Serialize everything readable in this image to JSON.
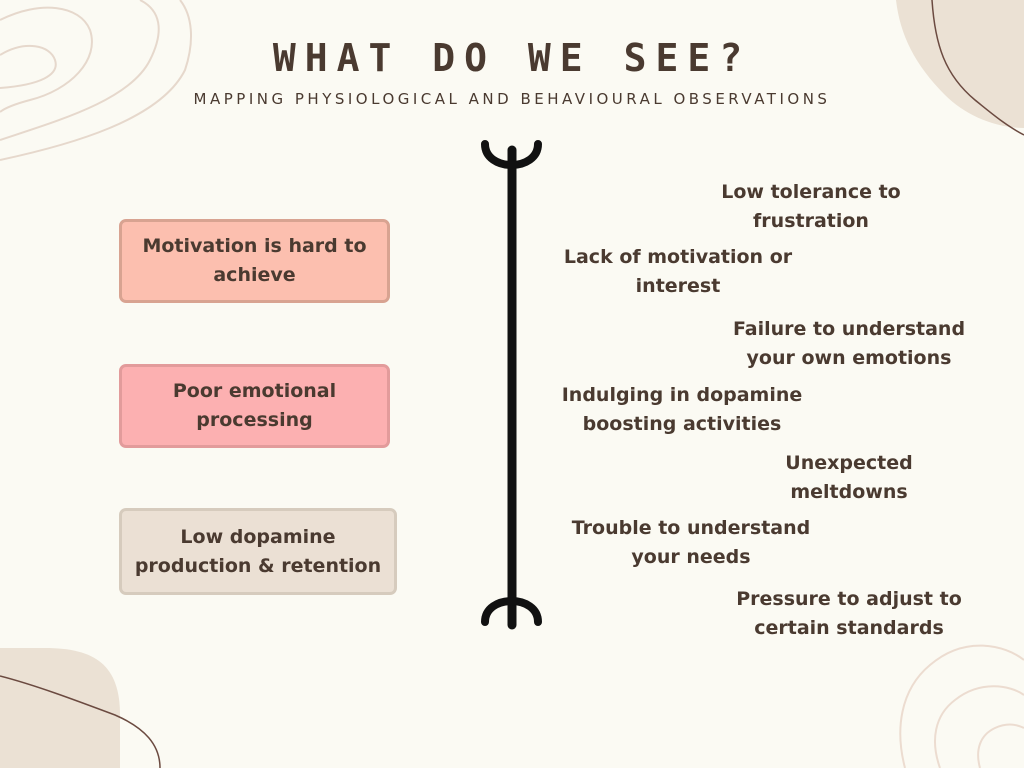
{
  "title": "WHAT DO WE SEE?",
  "subtitle": "MAPPING PHYSIOLOGICAL AND BEHAVIOURAL OBSERVATIONS",
  "causes": [
    {
      "text": "Motivation is hard to achieve",
      "color": "#fcbfaf"
    },
    {
      "text": "Poor emotional processing",
      "color": "#fcb0b1"
    },
    {
      "text": "Low dopamine production & retention",
      "color": "#ebe0d4"
    }
  ],
  "observations": [
    {
      "text": "Low tolerance to\nfrustration"
    },
    {
      "text": "Lack of motivation or\ninterest"
    },
    {
      "text": "Failure to understand\nyour own emotions"
    },
    {
      "text": "Indulging in dopamine\nboosting activities"
    },
    {
      "text": "Unexpected\nmeltdowns"
    },
    {
      "text": "Trouble to understand\nyour needs"
    },
    {
      "text": "Pressure to adjust to\ncertain standards"
    }
  ],
  "colors": {
    "background": "#fbfaf3",
    "text": "#4a3a30",
    "blob": "#ebe1d4",
    "arrow": "#111111"
  }
}
